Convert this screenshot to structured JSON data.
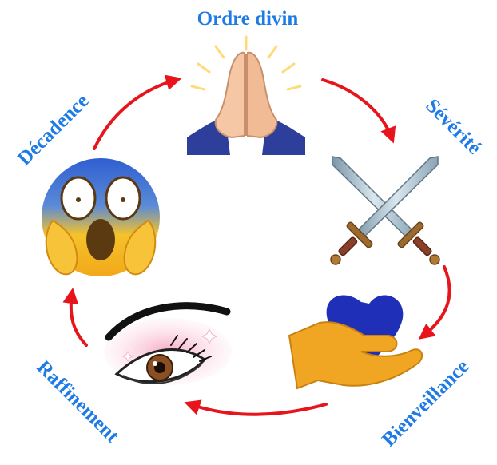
{
  "cycle": {
    "stages": [
      {
        "label": "Ordre divin",
        "icon": "praying-hands-icon"
      },
      {
        "label": "Sévérité",
        "icon": "crossed-swords-icon"
      },
      {
        "label": "Bienveillance",
        "icon": "hand-holding-heart-icon"
      },
      {
        "label": "Raffinement",
        "icon": "eye-makeup-icon"
      },
      {
        "label": "Décadence",
        "icon": "screaming-face-icon"
      }
    ],
    "arrow_color": "#e8141c",
    "label_color": "#1e7be6"
  }
}
